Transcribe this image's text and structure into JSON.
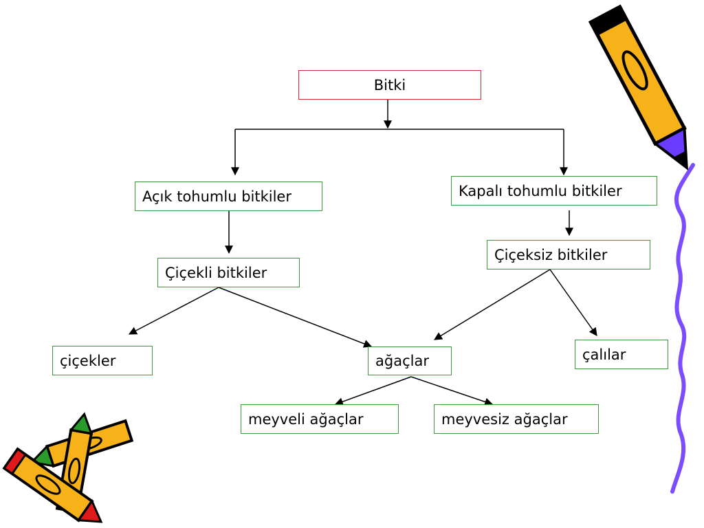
{
  "diagram": {
    "nodes": {
      "bitki": "Bitki",
      "acik": "Açık tohumlu bitkiler",
      "kapali": "Kapalı tohumlu bitkiler",
      "cicekli": "Çiçekli bitkiler",
      "ciceksiz": "Çiçeksiz bitkiler",
      "cicekler": "çiçekler",
      "agaclar": "ağaçlar",
      "calilar": "çalılar",
      "meyveli": "meyveli ağaçlar",
      "meyvesiz": "meyvesiz ağaçlar"
    },
    "colors": {
      "root_border": "#d42a2a",
      "node_border": "#3a9a3a",
      "arrow": "#000000",
      "squiggle": "#7b4dff",
      "pencil_body": "#f7b21a",
      "pencil_outline": "#000000",
      "pencil_tip_purple": "#6a3cff",
      "pencil_tip_green": "#2a9a2a",
      "pencil_tip_red": "#e01a1a"
    },
    "decorations": [
      "pencil-icon",
      "pencil-cluster-icon",
      "squiggle-border"
    ]
  }
}
